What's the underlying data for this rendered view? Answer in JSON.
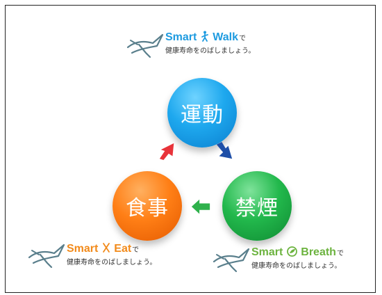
{
  "circles": {
    "exercise": "運動",
    "smoking": "禁煙",
    "diet": "食事"
  },
  "taglines": {
    "walk": {
      "smart": "Smart",
      "keyword": "Walk",
      "suffix": "で",
      "line2": "健康寿命をのばしましょう。"
    },
    "eat": {
      "smart": "Smart",
      "keyword": "Eat",
      "suffix": "で",
      "line2": "健康寿命をのばしましょう。"
    },
    "breath": {
      "smart": "Smart",
      "keyword": "Breath",
      "suffix": "で",
      "line2": "健康寿命をのばしましょう。"
    }
  },
  "colors": {
    "walk_text": "#1e9be0",
    "eat_text": "#f28a1a",
    "breath_text": "#6cb33f",
    "arrow_red": "#e8333a",
    "arrow_blue": "#1e4fa8",
    "arrow_green": "#2fb14c"
  },
  "icons": [
    "bird-logo-icon",
    "walker-icon",
    "fork-knife-icon",
    "leaf-icon",
    "arrow-icon"
  ]
}
